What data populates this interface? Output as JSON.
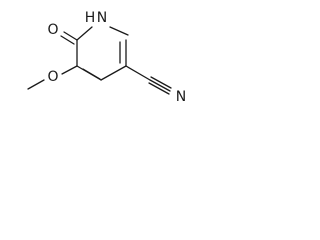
{
  "structure": {
    "atoms": {
      "nh": "H",
      "n": "N",
      "o_carbonyl": "O",
      "o_methoxy": "O",
      "n_nitrile": "N"
    },
    "colors": {
      "ink": "#1a1a1a",
      "background": "#ffffff"
    }
  }
}
